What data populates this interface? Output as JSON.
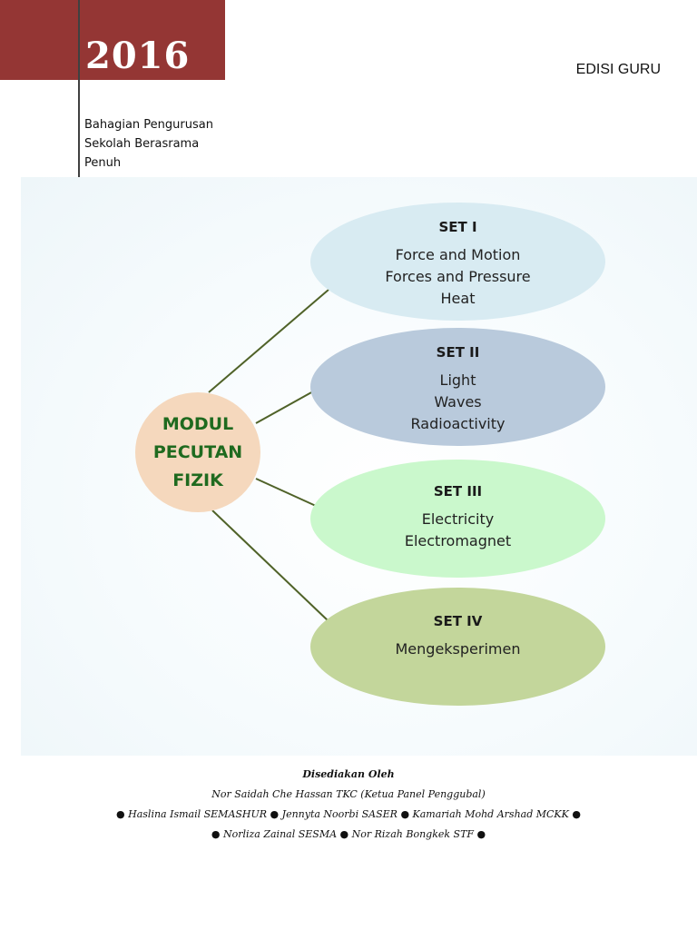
{
  "header": {
    "year": "2016",
    "edition": "EDISI GURU",
    "department": [
      "Bahagian Pengurusan",
      "Sekolah Berasrama",
      "Penuh"
    ]
  },
  "hub": {
    "lines": [
      "MODUL",
      "PECUTAN",
      "FIZIK"
    ]
  },
  "sets": [
    {
      "title": "SET I",
      "topics": [
        "Force and Motion",
        "Forces and Pressure",
        "Heat"
      ]
    },
    {
      "title": "SET II",
      "topics": [
        "Light",
        "Waves",
        "Radioactivity"
      ]
    },
    {
      "title": "SET III",
      "topics": [
        "Electricity",
        "Electromagnet"
      ]
    },
    {
      "title": "SET IV",
      "topics": [
        "Mengeksperimen"
      ]
    }
  ],
  "credits": {
    "heading": "Disediakan Oleh",
    "lines": [
      "Nor Saidah Che Hassan TKC (Ketua Panel Penggubal)",
      "● Haslina Ismail SEMASHUR ● Jennyta Noorbi SASER ● Kamariah Mohd Arshad MCKK ●",
      "● Norliza Zainal SESMA ● Nor Rizah Bongkek STF ●"
    ]
  },
  "colors": {
    "year_block": "#943634",
    "hub_fill": "#f5d8bd",
    "hub_text": "#1f6a1f",
    "set1": "#d8ebf2",
    "set2": "#b9cadc",
    "set3": "#caf8cc",
    "set4": "#c3d69b",
    "connector": "#4f6228"
  }
}
